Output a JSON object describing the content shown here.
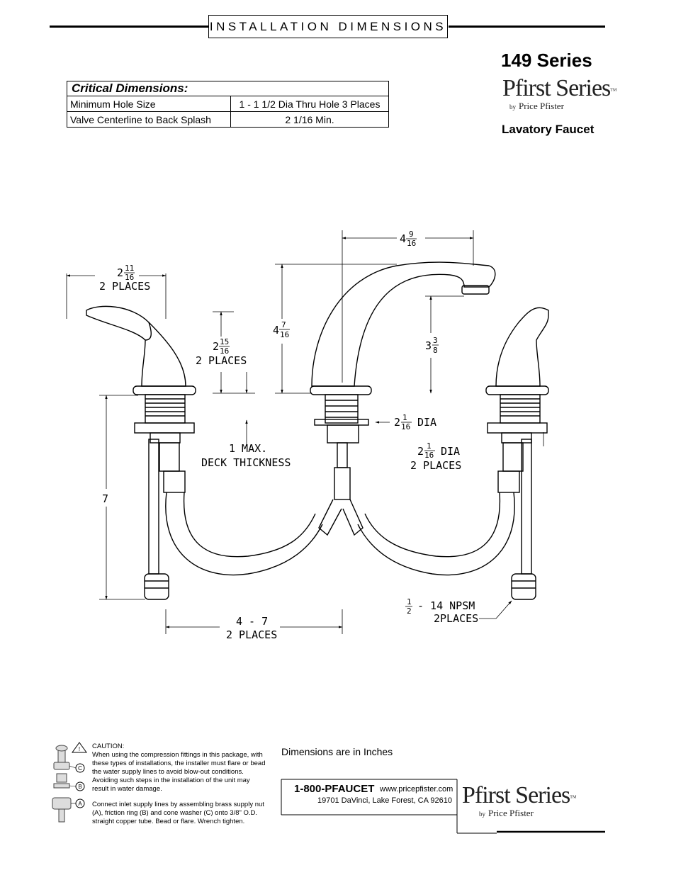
{
  "header": {
    "title": "INSTALLATION DIMENSIONS"
  },
  "product": {
    "series": "149 Series",
    "brand_main": "Pfirst Series",
    "brand_by": "by",
    "brand_company": "Price Pfister",
    "brand_tm": "TM",
    "type": "Lavatory Faucet"
  },
  "critical": {
    "heading": "Critical Dimensions:",
    "rows": [
      {
        "label": "Minimum Hole Size",
        "value": "1 - 1 1/2 Dia Thru Hole 3 Places"
      },
      {
        "label": "Valve Centerline to Back Splash",
        "value": "2 1/16 Min."
      }
    ]
  },
  "dims": {
    "handle_w_whole": "2",
    "handle_w_num": "11",
    "handle_w_den": "16",
    "handle_w_places": "2 PLACES",
    "handle_h_whole": "2",
    "handle_h_num": "15",
    "handle_h_den": "16",
    "handle_h_places": "2 PLACES",
    "spout_reach_whole": "4",
    "spout_reach_num": "9",
    "spout_reach_den": "16",
    "spout_h_whole": "4",
    "spout_h_num": "7",
    "spout_h_den": "16",
    "spout_clear_whole": "3",
    "spout_clear_num": "3",
    "spout_clear_den": "8",
    "center_dia_whole": "2",
    "center_dia_num": "1",
    "center_dia_den": "16",
    "center_dia_unit": "DIA",
    "side_dia_whole": "2",
    "side_dia_num": "1",
    "side_dia_den": "16",
    "side_dia_unit": "DIA",
    "side_dia_places": "2 PLACES",
    "deck_line1": "1 MAX.",
    "deck_line2": "DECK THICKNESS",
    "tail_len": "7",
    "spread_line1": "4 - 7",
    "spread_line2": "2 PLACES",
    "npsm_num": "1",
    "npsm_den": "2",
    "npsm_text": "- 14 NPSM",
    "npsm_places": "2PLACES"
  },
  "caution": {
    "title": "CAUTION:",
    "text1": "When using the compression fittings in this package, with these types of installations, the installer must flare or bead the water supply lines to avoid blow-out conditions. Avoiding such steps in the installation of the unit may result in water damage.",
    "text2": "Connect inlet supply lines by assembling brass supply nut (A), friction ring (B) and cone washer (C) onto 3/8\" O.D. straight copper tube. Bead or flare. Wrench tighten.",
    "label_a": "A",
    "label_b": "B",
    "label_c": "C",
    "warn": "!"
  },
  "footer": {
    "dim_note": "Dimensions are in Inches",
    "phone": "1-800-PFAUCET",
    "web": "www.pricepfister.com",
    "address": "19701 DaVinci, Lake Forest, CA  92610"
  }
}
